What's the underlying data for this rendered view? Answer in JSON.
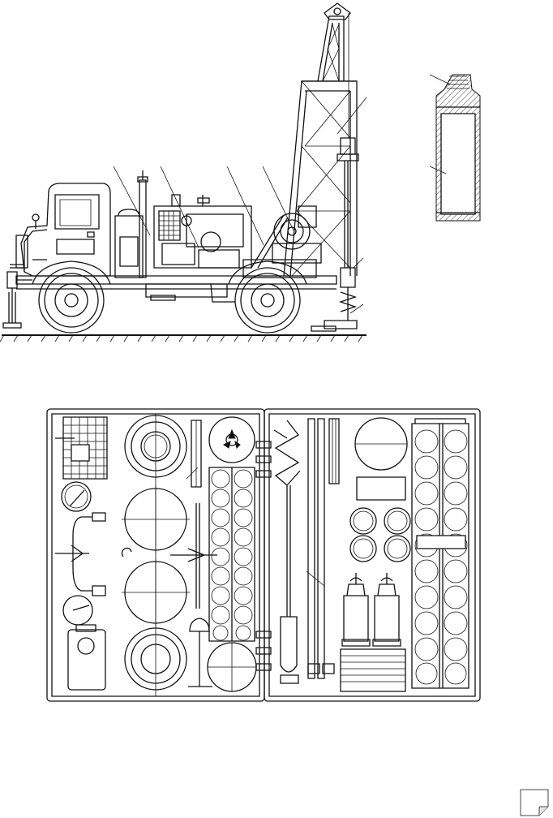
{
  "figure": {
    "description_elements": [
      "drilling-rig-side-view",
      "drill-bit-section",
      "equipment-layout-plan"
    ]
  },
  "colors": {
    "ink": "#111111",
    "paper": "#ffffff"
  },
  "icons": {
    "page_corner": "page-curl-icon"
  }
}
